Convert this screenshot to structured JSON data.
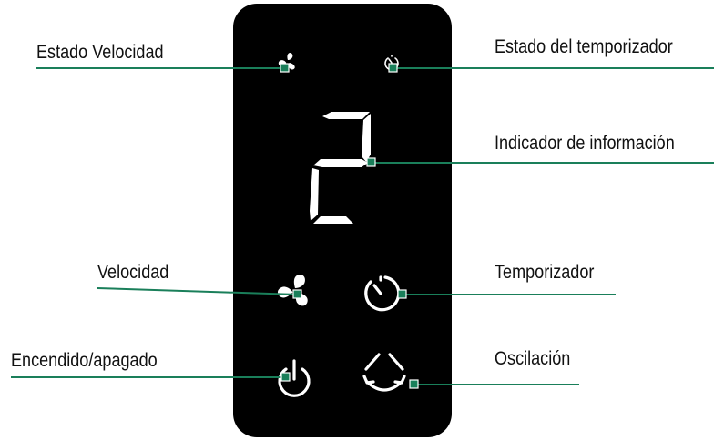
{
  "colors": {
    "panel": "#000000",
    "icon": "#ffffff",
    "leader": "#1a7f5a",
    "text": "#111111"
  },
  "display": {
    "value": "2"
  },
  "labels": {
    "speed_status": "Estado Velocidad",
    "timer_status": "Estado del temporizador",
    "info_indicator": "Indicador de información",
    "speed": "Velocidad",
    "timer": "Temporizador",
    "power": "Encendido/apagado",
    "oscillation": "Oscilación"
  },
  "icons": {
    "speed_status": "fan-small-icon",
    "timer_status": "timer-small-icon",
    "speed": "fan-icon",
    "timer": "timer-icon",
    "power": "power-icon",
    "oscillation": "oscillation-icon"
  }
}
